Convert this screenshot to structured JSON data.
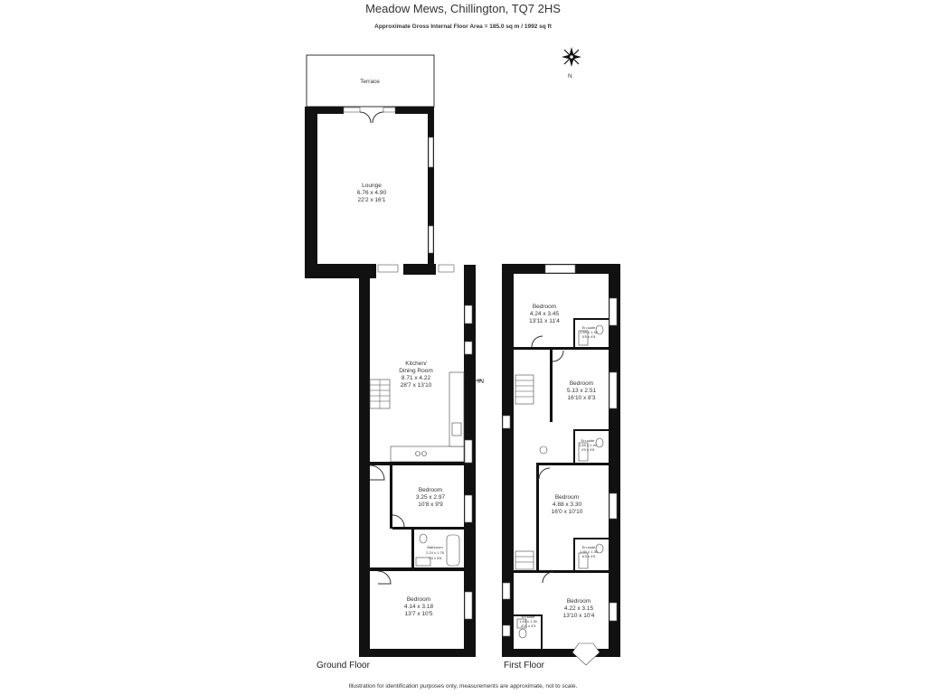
{
  "header": {
    "title": "Meadow Mews, Chillington, TQ7 2HS",
    "area": "Approximate Gross Internal Floor Area  = 185.0 sq m / 1992 sq ft"
  },
  "compass": {
    "north_label": "N"
  },
  "floors": {
    "ground": "Ground Floor",
    "first": "First Floor"
  },
  "rooms": {
    "terrace": {
      "name": "Terrace"
    },
    "lounge": {
      "name": "Lounge",
      "metric": "6.76 x 4.90",
      "imperial": "22'2 x 16'1"
    },
    "kitchen": {
      "name1": "Kitchen/",
      "name2": "Dining Room",
      "metric": "8.71 x 4.22",
      "imperial": "28'7 x 13'10"
    },
    "g_bed1": {
      "name": "Bedroom",
      "metric": "3.25 x 2.97",
      "imperial": "10'8 x 9'9"
    },
    "g_bath": {
      "name": "Bathroom",
      "metric": "2.24 x 1.78",
      "imperial": "7'4 x 5'6"
    },
    "g_bed2": {
      "name": "Bedroom",
      "metric": "4.14 x 3.18",
      "imperial": "13'7 x 10'5"
    },
    "f_bed1": {
      "name": "Bedroom",
      "metric": "4.24 x 3.45",
      "imperial": "13'11 x 11'4"
    },
    "f_ens1": {
      "name": "En-suite",
      "metric": "1.65 x 1.42",
      "imperial": "5'5 x 4'8"
    },
    "f_bed2": {
      "name": "Bedroom",
      "metric": "5.13 x 2.51",
      "imperial": "16'10 x 8'3"
    },
    "f_ens2": {
      "name": "En-suite",
      "metric": "1.45 x 1.42",
      "imperial": "4'9 x 4'8"
    },
    "f_bed3": {
      "name": "Bedroom",
      "metric": "4.88 x 3.30",
      "imperial": "16'0 x 10'10"
    },
    "f_ens3": {
      "name": "En-suite",
      "metric": "1.90 x 1.35",
      "imperial": "6'3 x 4'5"
    },
    "f_bed4": {
      "name": "Bedroom",
      "metric": "4.22 x 3.15",
      "imperial": "13'10 x 10'4"
    },
    "f_ens4": {
      "name": "En-suite",
      "metric": "1.49 x 1.30",
      "imperial": "4'11 x 4'3"
    }
  },
  "entrance_label": "IN",
  "footer": "Illustration for identification purposes only, measurements are approximate, not to scale."
}
